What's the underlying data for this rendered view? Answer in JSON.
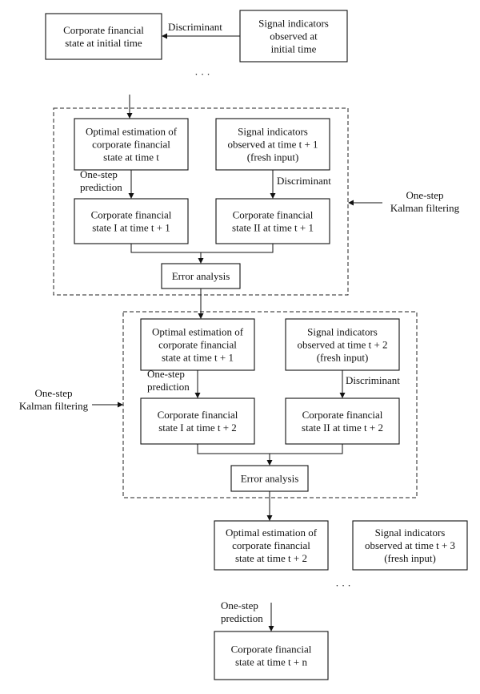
{
  "nodes": {
    "initial_state": {
      "lines": [
        "Corporate financial",
        "state at initial time"
      ]
    },
    "initial_signal": {
      "lines": [
        "Signal indicators",
        "observed at",
        "initial time"
      ]
    },
    "opt_t": {
      "lines": [
        "Optimal estimation of",
        "corporate financial",
        "state at time t"
      ]
    },
    "signal_t1": {
      "lines": [
        "Signal indicators",
        "observed at time t + 1",
        "(fresh input)"
      ]
    },
    "state1_t1": {
      "lines": [
        "Corporate financial",
        "state I at time t + 1"
      ]
    },
    "state2_t1": {
      "lines": [
        "Corporate financial",
        "state II at time t + 1"
      ]
    },
    "error1": {
      "lines": [
        "Error analysis"
      ]
    },
    "opt_t1": {
      "lines": [
        "Optimal estimation of",
        "corporate financial",
        "state at time t + 1"
      ]
    },
    "signal_t2": {
      "lines": [
        "Signal indicators",
        "observed at time t + 2",
        "(fresh input)"
      ]
    },
    "state1_t2": {
      "lines": [
        "Corporate financial",
        "state I at time t + 2"
      ]
    },
    "state2_t2": {
      "lines": [
        "Corporate financial",
        "state II at time t + 2"
      ]
    },
    "error2": {
      "lines": [
        "Error analysis"
      ]
    },
    "opt_t2": {
      "lines": [
        "Optimal estimation of",
        "corporate financial",
        "state at time t + 2"
      ]
    },
    "signal_t3": {
      "lines": [
        "Signal indicators",
        "observed at time t + 3",
        "(fresh input)"
      ]
    },
    "state_tn": {
      "lines": [
        "Corporate financial",
        "state at time t + n"
      ]
    }
  },
  "labels": {
    "discriminant_top": [
      "Discriminant"
    ],
    "ellipsis_top": [
      "· · ·"
    ],
    "prediction_1": [
      "One-step",
      "prediction"
    ],
    "discriminant_1": [
      "Discriminant"
    ],
    "kalman_right": [
      "One-step",
      "Kalman filtering"
    ],
    "prediction_2": [
      "One-step",
      "prediction"
    ],
    "discriminant_2": [
      "Discriminant"
    ],
    "kalman_left": [
      "One-step",
      "Kalman filtering"
    ],
    "ellipsis_bottom": [
      "· · ·"
    ],
    "prediction_3": [
      "One-step",
      "prediction"
    ]
  },
  "style": {
    "line_color": "#111111",
    "frame_style": "dashed"
  }
}
